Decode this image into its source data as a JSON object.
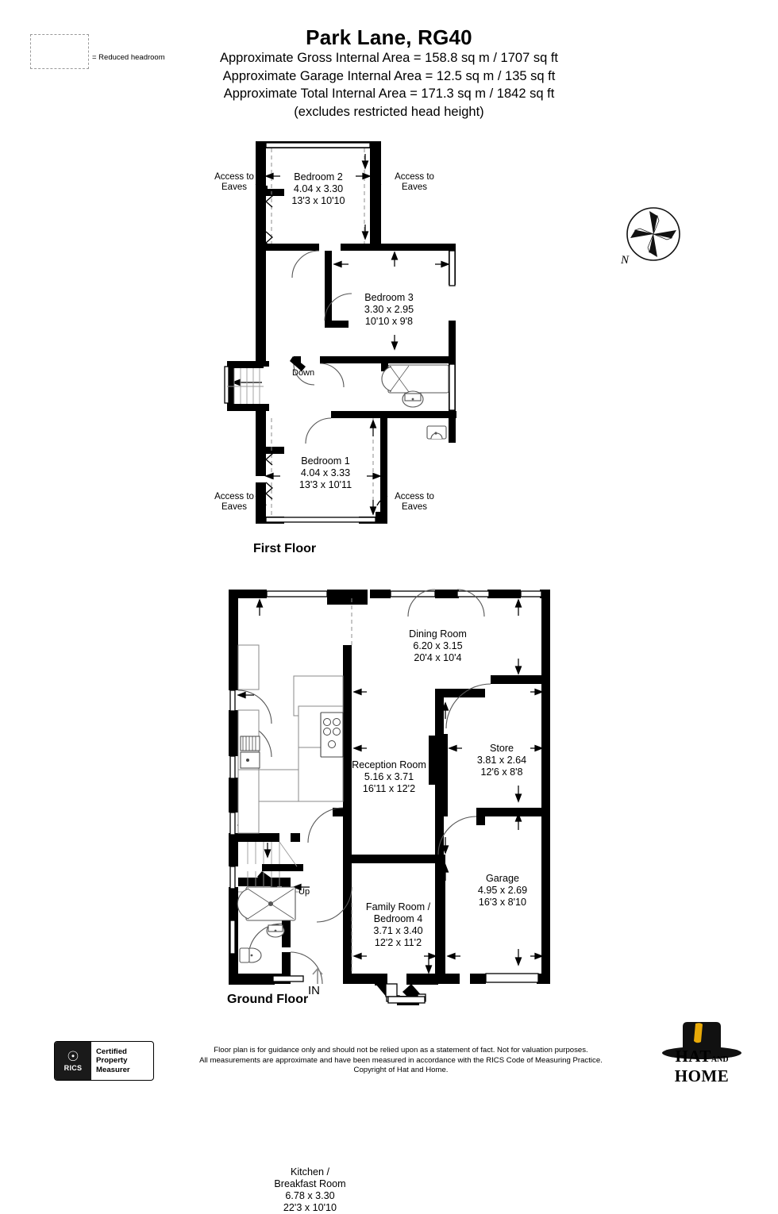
{
  "header": {
    "title": "Park Lane, RG40",
    "area_lines": [
      "Approximate Gross Internal Area = 158.8 sq m / 1707 sq ft",
      "Approximate Garage Internal Area = 12.5 sq m / 135 sq ft",
      "Approximate Total Internal Area = 171.3 sq m / 1842 sq ft",
      "(excludes restricted head height)"
    ]
  },
  "legend": {
    "label": "= Reduced headroom"
  },
  "compass": {
    "north_label": "N"
  },
  "floors": [
    {
      "caption": "First Floor"
    },
    {
      "caption": "Ground Floor"
    }
  ],
  "first_floor": {
    "rooms": [
      {
        "name": "Bedroom 2",
        "metric": "4.04 x 3.30",
        "imperial": "13'3 x 10'10"
      },
      {
        "name": "Bedroom 3",
        "metric": "3.30 x 2.95",
        "imperial": "10'10 x 9'8"
      },
      {
        "name": "Bedroom 1",
        "metric": "4.04 x 3.33",
        "imperial": "13'3 x 10'11"
      }
    ],
    "notes": [
      {
        "text_line1": "Access to",
        "text_line2": "Eaves"
      },
      {
        "text_line1": "Access to",
        "text_line2": "Eaves"
      },
      {
        "text_line1": "Access to",
        "text_line2": "Eaves"
      },
      {
        "text_line1": "Access to",
        "text_line2": "Eaves"
      }
    ],
    "stair_label": "Down"
  },
  "ground_floor": {
    "rooms": [
      {
        "name": "Kitchen /",
        "name2": "Breakfast Room",
        "metric": "6.78 x 3.30",
        "imperial": "22'3 x 10'10"
      },
      {
        "name": "Dining Room",
        "metric": "6.20 x 3.15",
        "imperial": "20'4 x 10'4"
      },
      {
        "name": "Reception Room",
        "metric": "5.16 x 3.71",
        "imperial": "16'11 x 12'2"
      },
      {
        "name": "Store",
        "metric": "3.81 x 2.64",
        "imperial": "12'6 x 8'8"
      },
      {
        "name": "Family Room /",
        "name2": "Bedroom 4",
        "metric": "3.71 x 3.40",
        "imperial": "12'2 x 11'2"
      },
      {
        "name": "Garage",
        "metric": "4.95 x 2.69",
        "imperial": "16'3 x 8'10"
      }
    ],
    "stair_label": "Up",
    "entrance_label": "IN"
  },
  "footer": {
    "rics_brand": "RICS",
    "rics_lines": [
      "Certified",
      "Property",
      "Measurer"
    ],
    "disclaimer": [
      "Floor plan is for guidance only and should not be relied upon as a statement of fact. Not for valuation purposes.",
      "All measurements are approximate and have been measured in accordance with the RICS Code of Measuring Practice.",
      "Copyright of Hat and Home."
    ],
    "logo": {
      "line1": "HAT",
      "and": "AND",
      "line2": "HOME"
    }
  },
  "colors": {
    "wall": "#000000",
    "paper": "#ffffff",
    "dashed": "#8d8d8d",
    "logo_accent": "#e8a908"
  }
}
